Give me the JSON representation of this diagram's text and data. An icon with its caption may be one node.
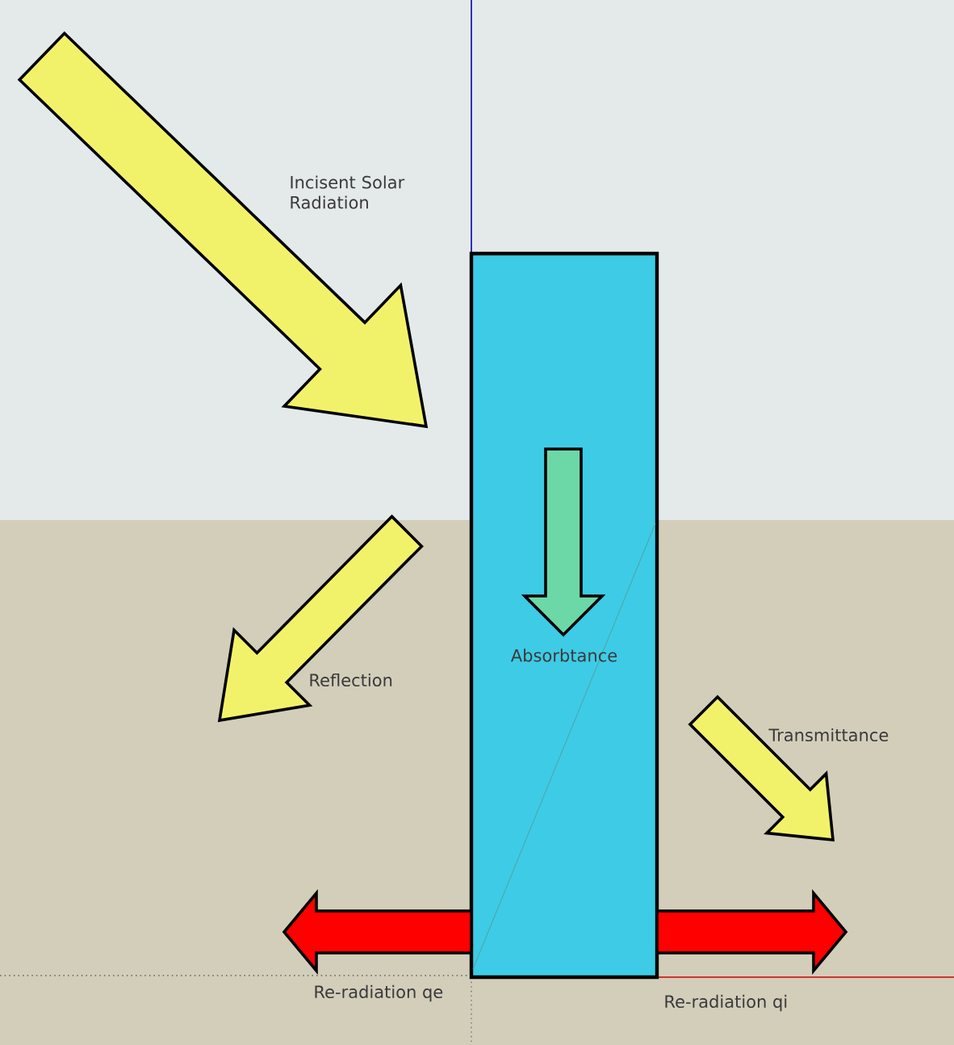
{
  "diagram": {
    "nodes": [
      {
        "text": [
          "Absorbtance"
        ]
      }
    ],
    "labels": [
      "Incisent Solar Radiation",
      "Reflection",
      "Transmittance",
      "Re-radiation qe",
      "Re-radiation qi"
    ]
  }
}
